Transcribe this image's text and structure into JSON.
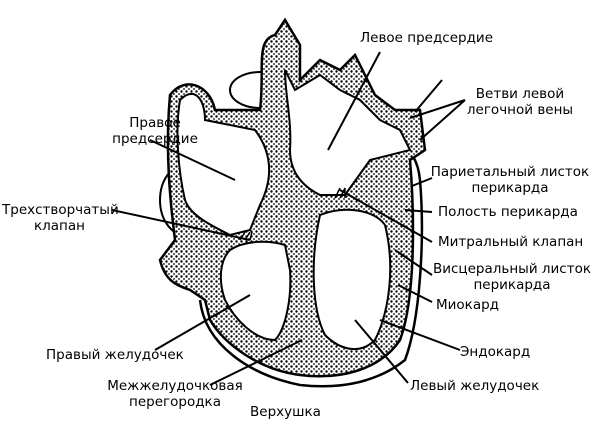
{
  "labels": {
    "left_atrium": "Левое предсердие",
    "pulmonary_veins_1": "Ветви левой",
    "pulmonary_veins_2": "легочной вены",
    "right_atrium_1": "Правое",
    "right_atrium_2": "предсердие",
    "parietal_1": "Париетальный листок",
    "parietal_2": "перикарда",
    "pericardial_cavity": "Полость перикарда",
    "tricuspid_1": "Трехстворчатый",
    "tricuspid_2": "клапан",
    "mitral": "Митральный клапан",
    "visceral_1": "Висцеральный листок",
    "visceral_2": "перикарда",
    "myocardium": "Миокард",
    "endocardium": "Эндокард",
    "right_ventricle": "Правый желудочек",
    "septum_1": "Межжелудочковая",
    "septum_2": "перегородка",
    "left_ventricle": "Левый желудочек",
    "apex": "Верхушка"
  }
}
